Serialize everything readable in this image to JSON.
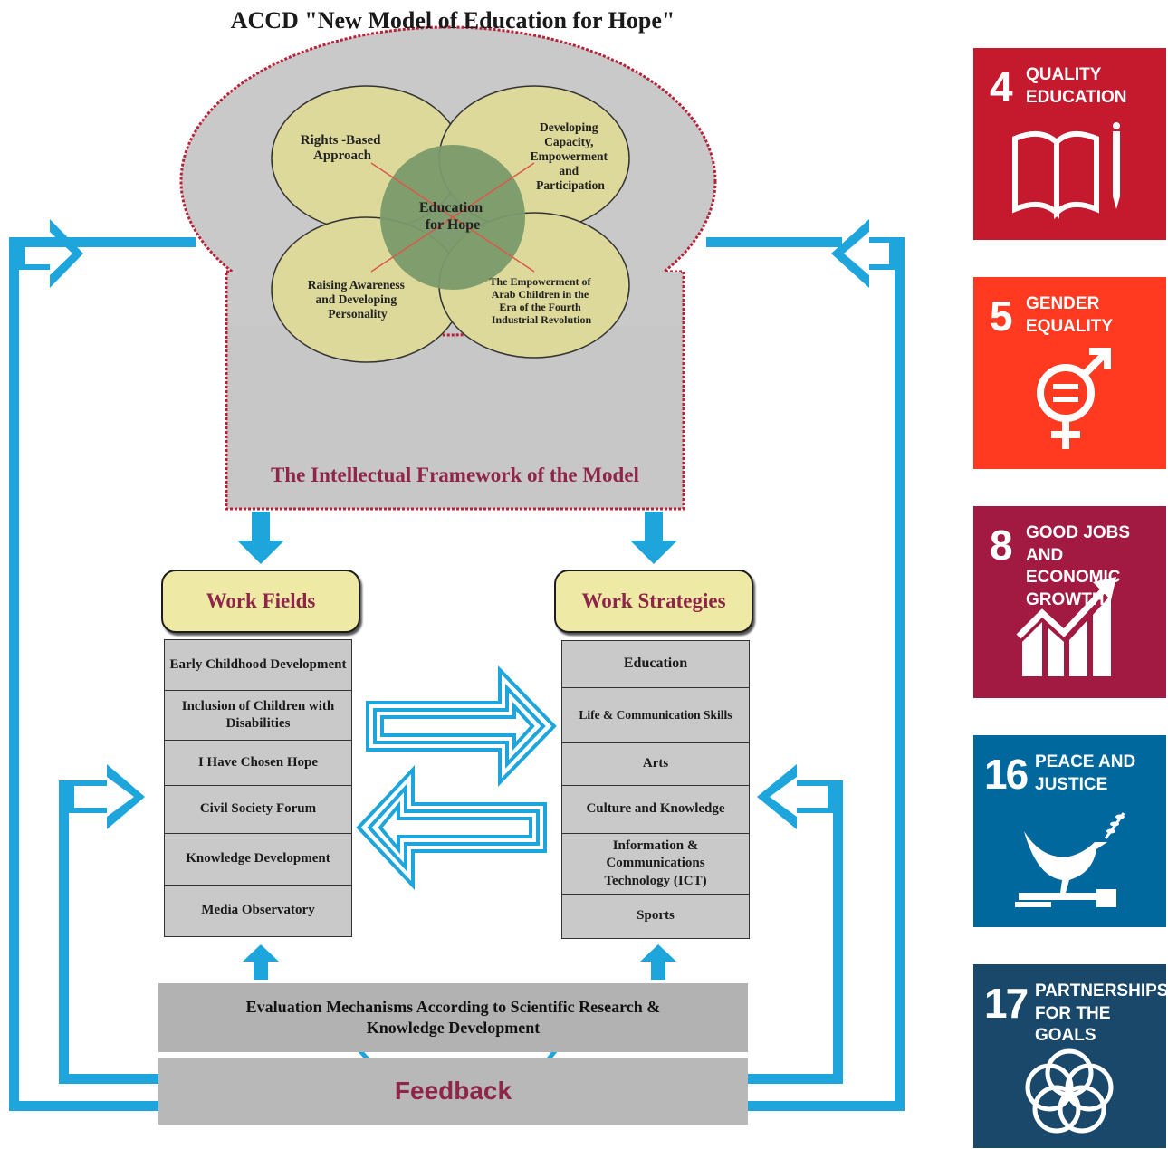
{
  "title": "ACCD \"New Model of Education for Hope\"",
  "framework": {
    "center": [
      "Education",
      "for Hope"
    ],
    "circles": [
      [
        "Rights -Based",
        "Approach"
      ],
      [
        "Developing",
        "Capacity,",
        "Empowerment",
        "and",
        "Participation"
      ],
      [
        "Raising Awareness",
        "and  Developing",
        "Personality"
      ],
      [
        "The Empowerment of",
        "Arab Children in the",
        "Era of the Fourth",
        "Industrial Revolution"
      ]
    ],
    "label": "The Intellectual Framework of the Model"
  },
  "work_fields": {
    "header": "Work Fields",
    "items": [
      "Early Childhood Development",
      "Inclusion of Children with Disabilities",
      "I Have Chosen Hope",
      "Civil Society Forum",
      "Knowledge Development",
      "Media Observatory"
    ]
  },
  "work_strategies": {
    "header": "Work Strategies",
    "items": [
      "Education",
      "Life & Communication Skills",
      "Arts",
      "Culture and Knowledge",
      "Information & Communications Technology (ICT)",
      "Sports"
    ]
  },
  "evaluation": "Evaluation Mechanisms According to Scientific Research & Knowledge Development",
  "feedback": "Feedback",
  "colors": {
    "arrow_blue": "#1ea5dc",
    "label_maroon": "#8f2548",
    "circle_yellow": "#ddd99a",
    "center_green": "#7a9a6a"
  },
  "sdgs": [
    {
      "number": "4",
      "title": "Quality Education",
      "color": "#c5192d",
      "icon": "book-pencil-icon"
    },
    {
      "number": "5",
      "title": "Gender Equality",
      "color": "#ff3a21",
      "icon": "gender-equality-icon"
    },
    {
      "number": "8",
      "title": "Good Jobs and Economic Growth",
      "color": "#a21942",
      "icon": "growth-chart-icon"
    },
    {
      "number": "16",
      "title": "Peace and Justice",
      "color": "#00689d",
      "icon": "dove-gavel-icon"
    },
    {
      "number": "17",
      "title": "Partnerships for the Goals",
      "color": "#19486a",
      "icon": "interlocked-rings-icon"
    }
  ]
}
